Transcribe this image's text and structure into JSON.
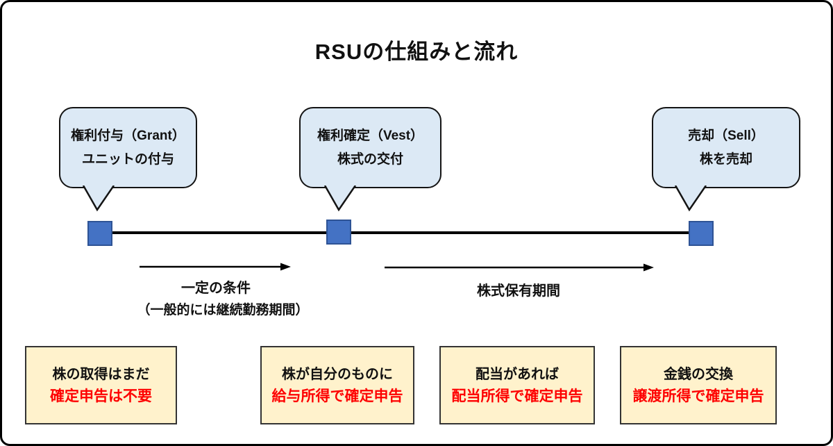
{
  "title": "RSUの仕組みと流れ",
  "stages": [
    {
      "title": "権利付与（Grant）",
      "subtitle": "ユニットの付与"
    },
    {
      "title": "権利確定（Vest）",
      "subtitle": "株式の交付"
    },
    {
      "title": "売却（Sell）",
      "subtitle": "株を売却"
    }
  ],
  "periods": [
    {
      "label": "一定の条件",
      "sublabel": "（一般的には継続勤務期間）"
    },
    {
      "label": "株式保有期間"
    }
  ],
  "tax_boxes": [
    {
      "line1": "株の取得はまだ",
      "line2": "確定申告は不要"
    },
    {
      "line1": "株が自分のものに",
      "line2": "給与所得で確定申告"
    },
    {
      "line1": "配当があれば",
      "line2": "配当所得で確定申告"
    },
    {
      "line1": "金銭の交換",
      "line2": "譲渡所得で確定申告"
    }
  ],
  "colors": {
    "bubble_fill": "#dce9f5",
    "marker_fill": "#4472c4",
    "marker_border": "#2e5395",
    "box_fill": "#fff2cc",
    "highlight_text": "#fe0000",
    "line_color": "#000000"
  }
}
